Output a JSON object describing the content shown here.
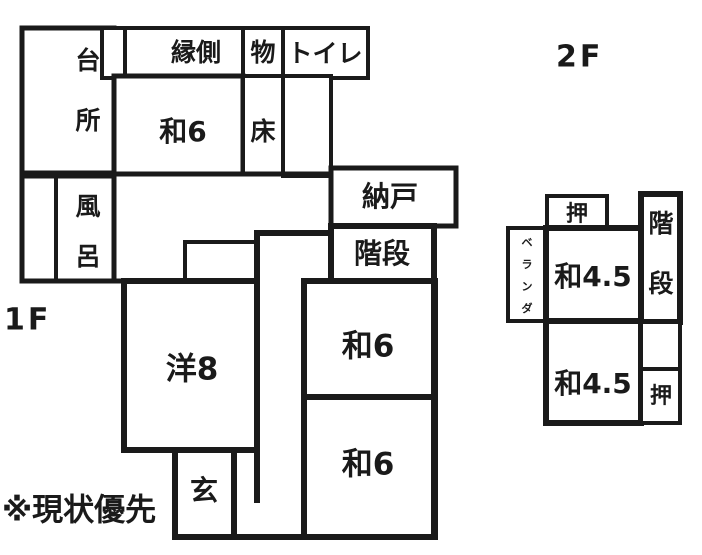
{
  "document": {
    "type": "floor-plan",
    "note": "※現状優先",
    "floors": [
      {
        "id": "floor-1",
        "label": "1F",
        "rooms": [
          {
            "key": "kitchen",
            "label": "台所",
            "orientation": "vertical",
            "chars": [
              "台",
              "所"
            ]
          },
          {
            "key": "bath",
            "label": "風呂",
            "orientation": "vertical",
            "chars": [
              "風",
              "呂"
            ]
          },
          {
            "key": "engawa",
            "label": "縁側",
            "orientation": "horizontal"
          },
          {
            "key": "storage",
            "label": "物",
            "orientation": "horizontal"
          },
          {
            "key": "toilet",
            "label": "トイレ",
            "orientation": "horizontal"
          },
          {
            "key": "washitsu-6a",
            "label": "和6",
            "orientation": "horizontal"
          },
          {
            "key": "tokonoma",
            "label": "床",
            "orientation": "horizontal"
          },
          {
            "key": "nando",
            "label": "納戸",
            "orientation": "horizontal"
          },
          {
            "key": "stairs",
            "label": "階段",
            "orientation": "horizontal"
          },
          {
            "key": "yoshitsu-8",
            "label": "洋8",
            "orientation": "horizontal"
          },
          {
            "key": "washitsu-6b",
            "label": "和6",
            "orientation": "horizontal"
          },
          {
            "key": "washitsu-6c",
            "label": "和6",
            "orientation": "horizontal"
          },
          {
            "key": "genkan",
            "label": "玄",
            "orientation": "horizontal"
          }
        ]
      },
      {
        "id": "floor-2",
        "label": "2F",
        "rooms": [
          {
            "key": "veranda",
            "label": "ベランダ",
            "orientation": "vertical",
            "chars": [
              "ベ",
              "ラ",
              "ン",
              "ダ"
            ]
          },
          {
            "key": "closet-top",
            "label": "押",
            "orientation": "horizontal"
          },
          {
            "key": "washitsu-45a",
            "label": "和4.5",
            "orientation": "horizontal"
          },
          {
            "key": "washitsu-45b",
            "label": "和4.5",
            "orientation": "horizontal"
          },
          {
            "key": "stairs-2f",
            "label": "階段",
            "orientation": "vertical",
            "chars": [
              "階",
              "段"
            ]
          },
          {
            "key": "closet-bottom",
            "label": "押",
            "orientation": "horizontal"
          }
        ]
      }
    ]
  },
  "colors": {
    "wall": "#1a1a1a",
    "background": "#ffffff",
    "text": "#1a1a1a"
  }
}
